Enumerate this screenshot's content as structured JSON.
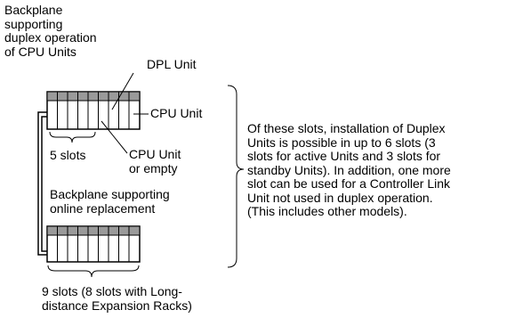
{
  "labels": {
    "backplane_duplex": "Backplane\nsupporting\nduplex operation\nof CPU Units",
    "dpl_unit": "DPL Unit",
    "cpu_unit": "CPU Unit",
    "slots_5": "5 slots",
    "cpu_unit_or_empty": "CPU Unit\nor empty",
    "backplane_online": "Backplane supporting\nonline replacement",
    "slots_9": "9 slots (8 slots with Long-\ndistance Expansion Racks)",
    "note": "Of these slots, installation of Duplex\nUnits is possible in up to 6 slots (3\nslots for active Units and 3 slots for\nstandby Units). In addition, one more\nslot can be used for a Controller Link\nUnit not used in duplex operation.\n(This includes other models)."
  },
  "colors": {
    "line": "#000000",
    "connector_strip": "#9a9a9a",
    "slot_fill": "#ffffff"
  },
  "structure": {
    "upper_backplane_slots": 9,
    "lower_backplane_slots": 9,
    "expansion_cable": "cable-connecting-backplanes"
  }
}
